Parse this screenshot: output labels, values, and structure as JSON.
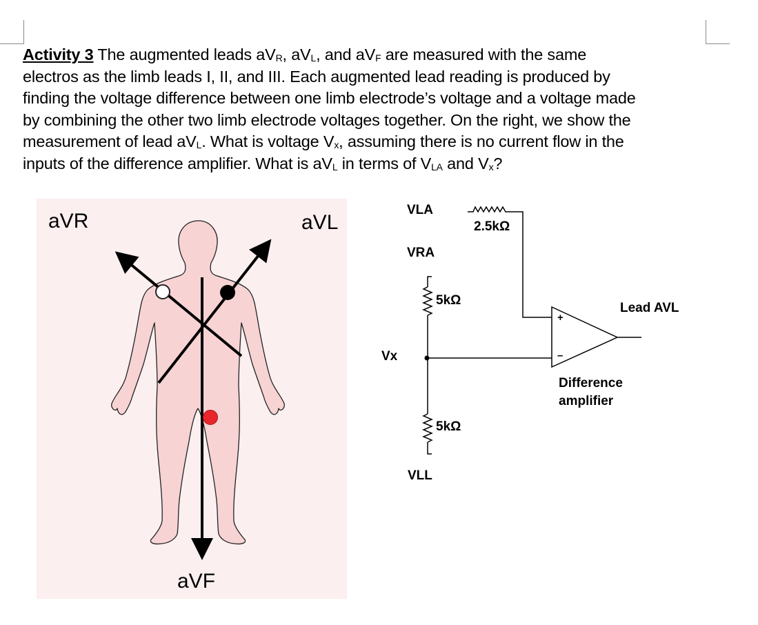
{
  "question": {
    "activity": "Activity 3",
    "line1_a": " The augmented leads aV",
    "sub_R": "R",
    "line1_b": ", aV",
    "sub_L": "L",
    "line1_c": ", and aV",
    "sub_F": "F",
    "line1_d": " are measured with the same",
    "line2": "electros as the limb leads I, II, and III.  Each augmented lead reading is produced by",
    "line3": "finding the voltage difference between one limb electrode’s voltage and a voltage made",
    "line4": "by combining the other two limb electrode voltages together.  On the right, we show the",
    "line5_a": "measurement of lead aV",
    "line5_b": ".  What is voltage V",
    "sub_x": "x",
    "line5_c": ", assuming there is no current flow in the",
    "line6_a": "inputs of the difference amplifier.  What is aV",
    "line6_b": " in terms of V",
    "sub_LA": "LA",
    "line6_c": " and V",
    "line6_d": "?"
  },
  "body_figure": {
    "avr": "aVR",
    "avl": "aVL",
    "avf": "aVF"
  },
  "circuit": {
    "vla": "VLA",
    "r_top": "2.5kΩ",
    "vra": "VRA",
    "r_mid": "5kΩ",
    "vx": "Vx",
    "r_bot": "5kΩ",
    "vll": "VLL",
    "lead": "Lead AVL",
    "plus": "+",
    "minus": "–",
    "amp_line1": "Difference",
    "amp_line2": "amplifier"
  }
}
